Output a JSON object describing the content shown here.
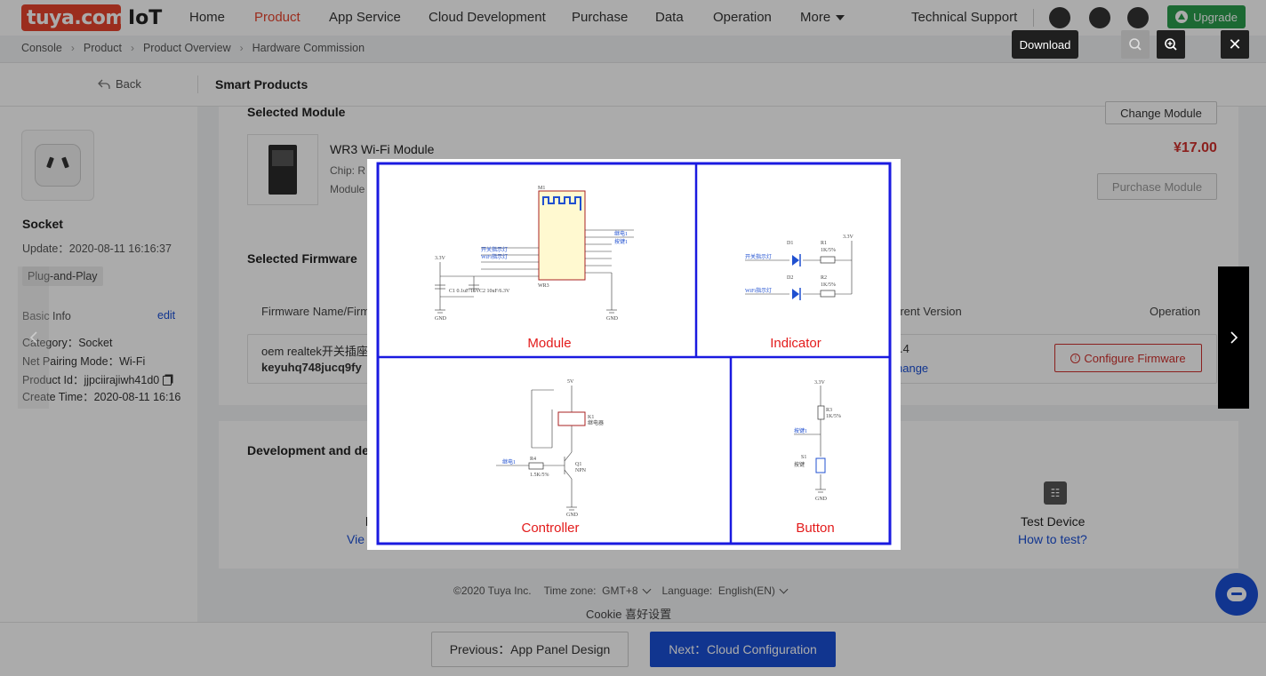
{
  "brand": {
    "logo_text": "tuya.com",
    "iot_text": "IoT"
  },
  "nav": {
    "items": [
      "Home",
      "Product",
      "App Service",
      "Cloud Development",
      "Purchase",
      "Data",
      "Operation",
      "More"
    ],
    "tech_support": "Technical Support",
    "upgrade": "Upgrade"
  },
  "breadcrumb": [
    "Console",
    "Product",
    "Product Overview",
    "Hardware Commission"
  ],
  "subheader": {
    "back": "Back",
    "title": "Smart Products"
  },
  "product": {
    "name": "Socket",
    "update": "Update：2020-08-11 16:16:37",
    "tag": "Plug-and-Play",
    "basic_info_label": "Basic Info",
    "edit": "edit",
    "category": "Category：Socket",
    "pairing": "Net Pairing Mode：Wi-Fi",
    "product_id": "Product Id：jjpciirajiwh41d0",
    "create_time": "Create Time：2020-08-11 16:16"
  },
  "module": {
    "section_title": "Selected Module",
    "change_button": "Change Module",
    "name": "WR3 Wi-Fi Module",
    "chip": "Chip: R",
    "module_line": "Module",
    "price": "¥17.00",
    "purchase_button": "Purchase Module"
  },
  "firmware": {
    "section_title": "Selected Firmware",
    "col_name": "Firmware Name/Firm",
    "col_version": "rrent Version",
    "col_operation": "Operation",
    "row_name": "oem realtek开关插座",
    "row_id": "keyuhq748jucq9fy",
    "row_version": ".4",
    "row_change": "hange",
    "config_button": "Configure Firmware"
  },
  "development": {
    "section_title": "Development and de",
    "item1_title": "l",
    "item1_link": "Vie",
    "test_title": "Test Device",
    "test_link": "How to test?"
  },
  "footer": {
    "copyright": "©2020 Tuya Inc.",
    "timezone_label": "Time zone:",
    "timezone_value": "GMT+8",
    "language_label": "Language:",
    "language_value": "English(EN)",
    "cookie": "Cookie 喜好设置"
  },
  "bottom": {
    "prev_button": "Previous：App Panel Design",
    "next_button": "Next：Cloud Configuration"
  },
  "viewer": {
    "tooltip": "Download",
    "close": "✕",
    "panels": [
      "Module",
      "Indicator",
      "Controller",
      "Button"
    ]
  },
  "colors": {
    "brand": "#e8442e",
    "primary": "#1a4fd6",
    "price": "#d0312d",
    "upgrade": "#2a9d4c",
    "schematic_border": "#1a1ae0"
  }
}
